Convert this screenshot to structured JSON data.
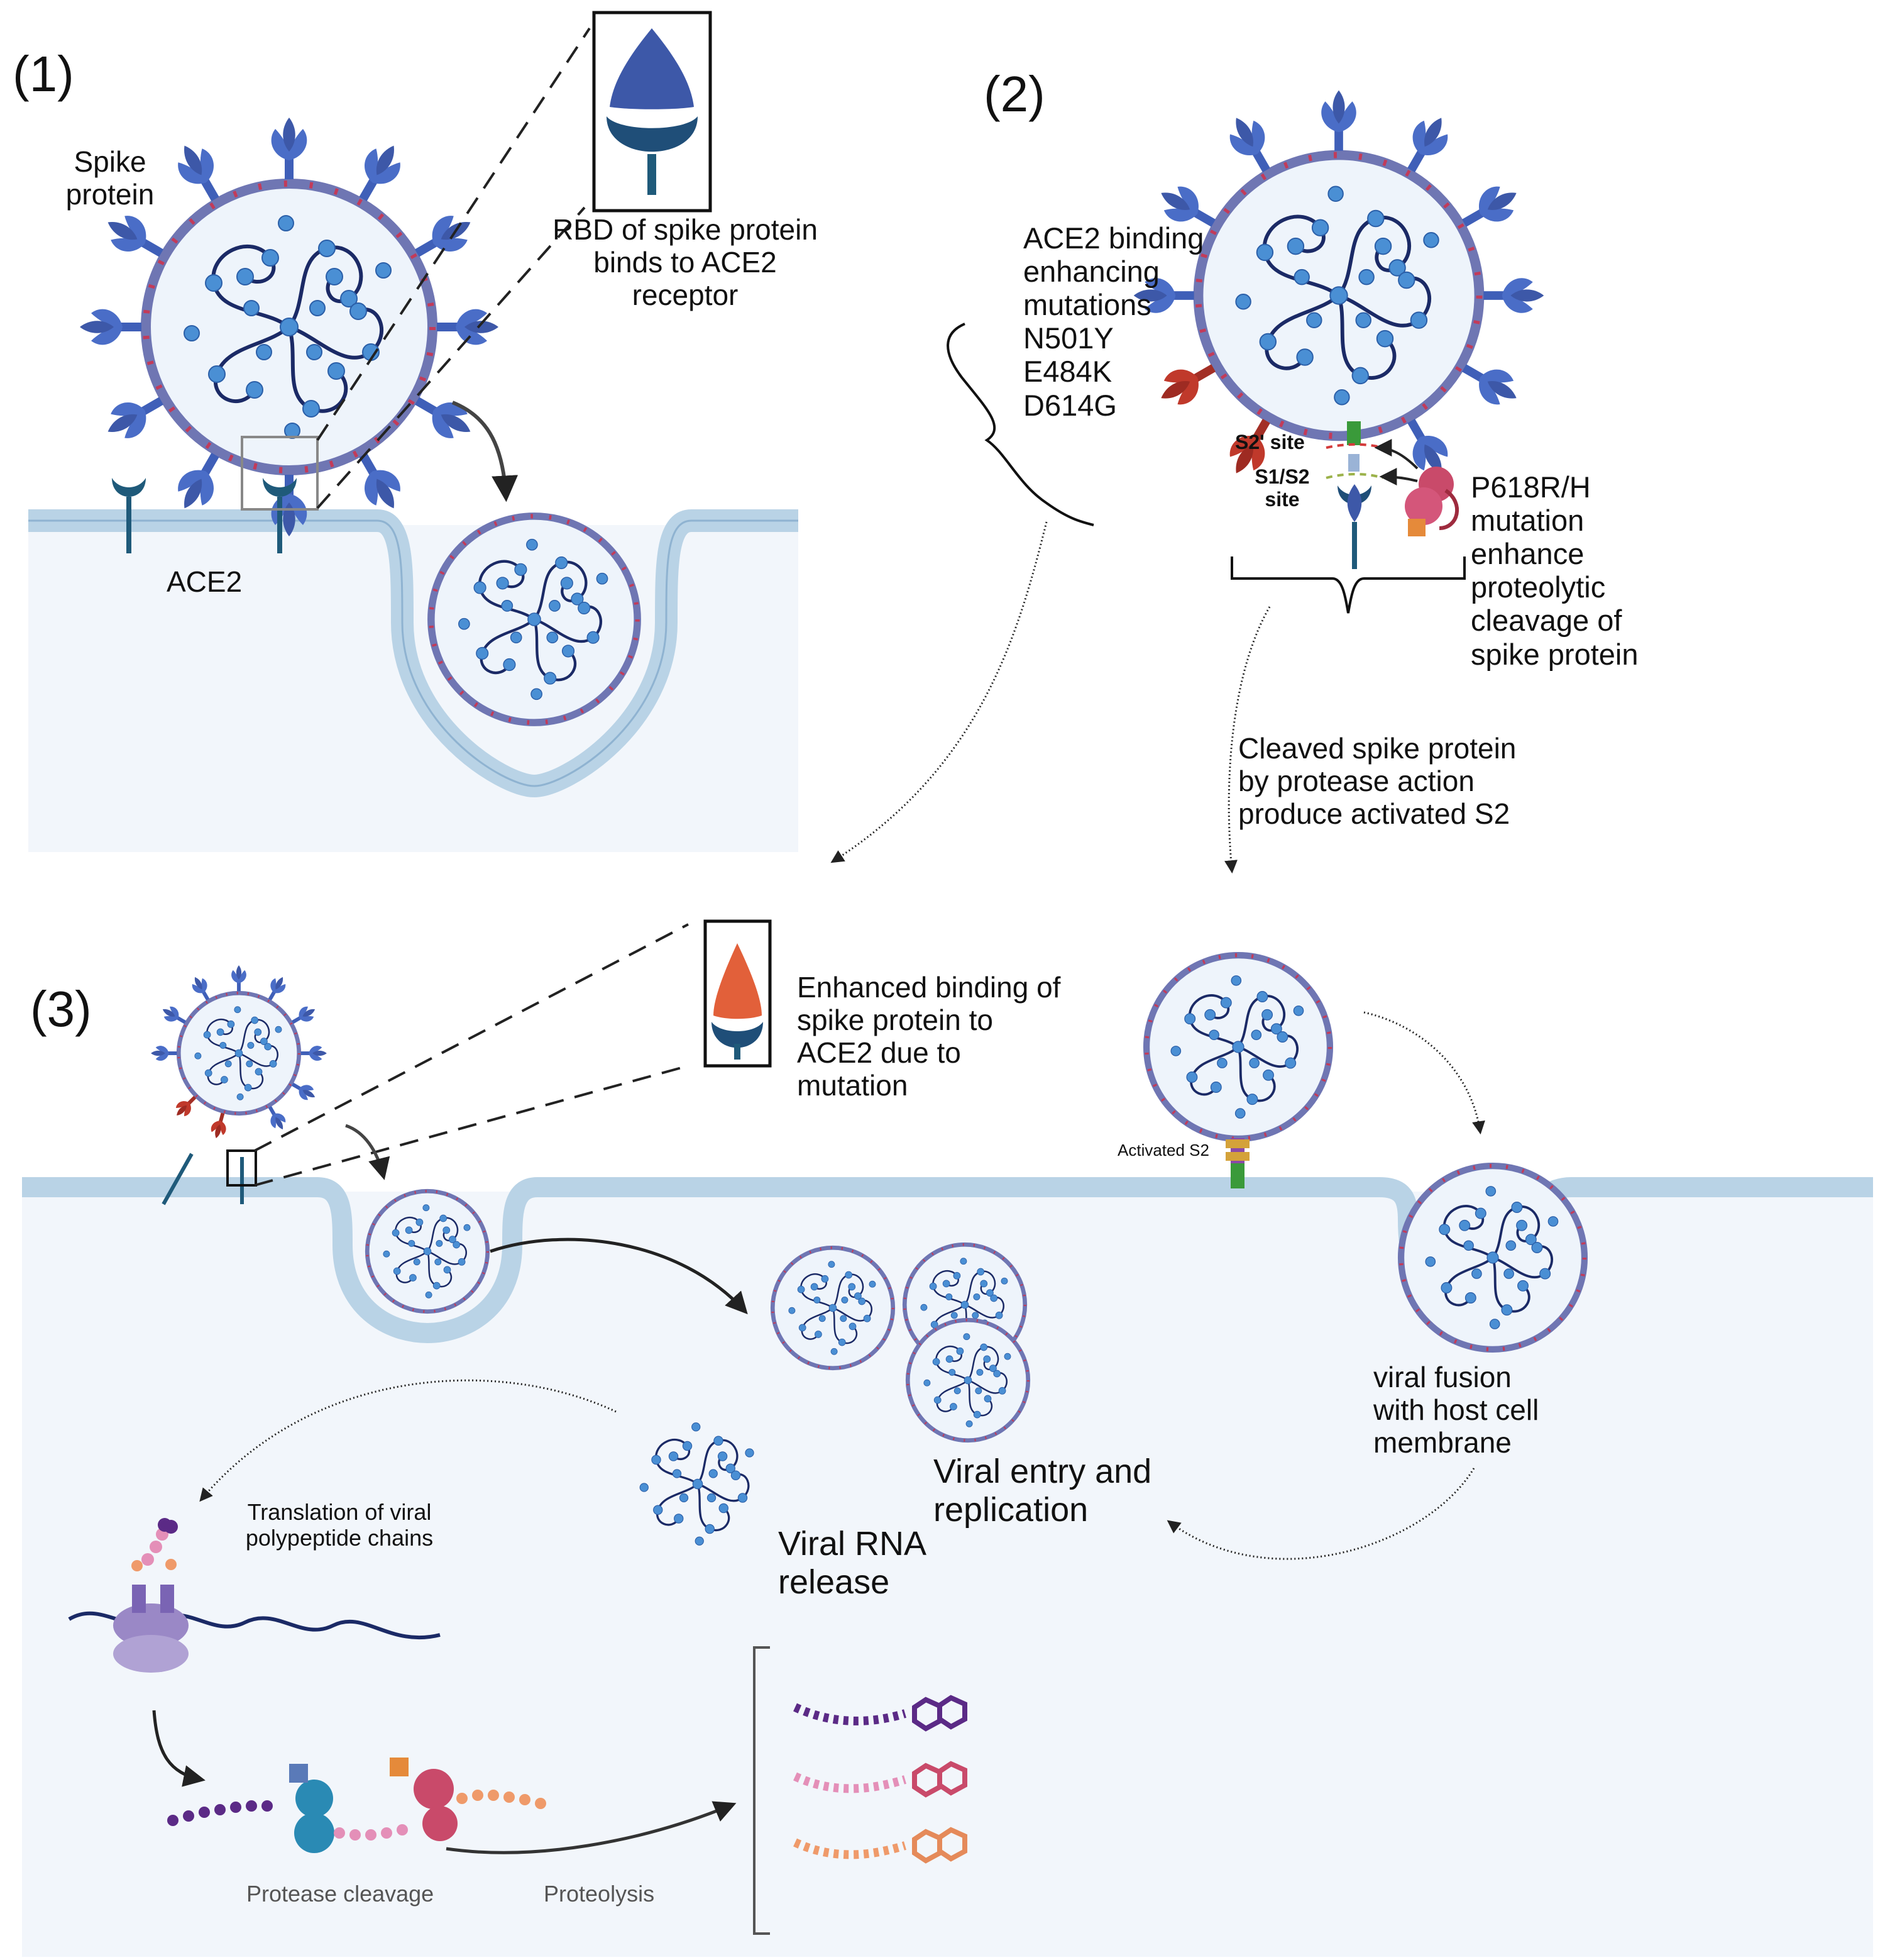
{
  "panels": {
    "p1": {
      "number": "(1)",
      "spike_label": [
        "Spike",
        "protein"
      ],
      "ace2_label": "ACE2",
      "rbd_label": [
        "RBD of spike protein",
        "binds to ACE2",
        "receptor"
      ]
    },
    "p2": {
      "number": "(2)",
      "mutations": [
        "ACE2 binding",
        "enhancing",
        "mutations",
        "N501Y",
        "E484K",
        "D614G"
      ],
      "s2_site": "S2' site",
      "s1s2_site": [
        "S1/S2",
        "site"
      ],
      "p618_label": [
        "P618R/H",
        "mutation",
        "enhance",
        "proteolytic",
        "cleavage of",
        "spike protein"
      ],
      "cleaved_label": [
        "Cleaved spike protein",
        "by protease action",
        "produce activated S2"
      ]
    },
    "p3": {
      "number": "(3)",
      "enhanced_label": [
        "Enhanced binding of",
        "spike protein to",
        "ACE2 due to",
        "mutation"
      ],
      "activated_s2": "Activated S2",
      "fusion_label": [
        "viral fusion",
        "with host cell",
        "membrane"
      ],
      "entry_label": [
        "Viral entry and",
        "replication"
      ],
      "rna_label": [
        "Viral RNA",
        "release"
      ],
      "translation_label": [
        "Translation of viral",
        "polypeptide chains"
      ],
      "protease_label": "Protease cleavage",
      "proteolysis_label": "Proteolysis"
    }
  },
  "colors": {
    "spike_blue": "#4a6dc7",
    "mutant_red": "#c0392b",
    "mutant_orange": "#e2603a",
    "receptor_teal": "#1f5a7a",
    "membrane": "#b9d3e6",
    "cytoplasm": "#f2f6fb",
    "envelope": "#6f76b3",
    "rna_dark": "#1b2a66",
    "rna_dot": "#4a8fd4",
    "purple_chain": "#5b2a86",
    "pink_chain": "#e48fb8",
    "orange_chain": "#ef9a6a"
  }
}
